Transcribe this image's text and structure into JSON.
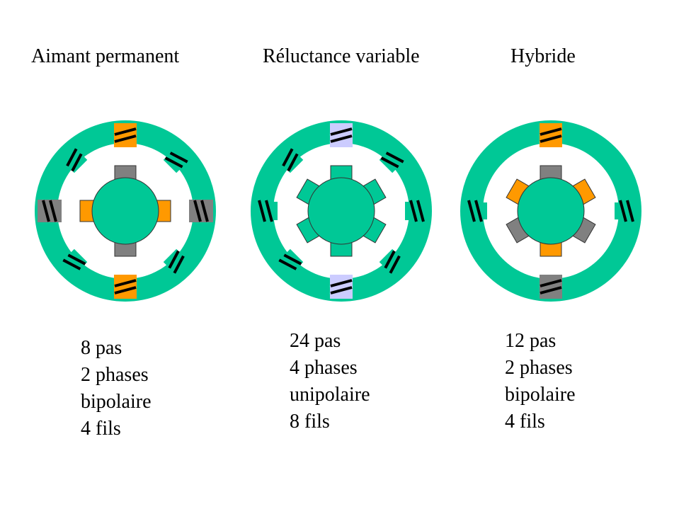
{
  "colors": {
    "stator": "#00c896",
    "rotor": "#00c896",
    "magnet": "#ff9900",
    "iron": "#808080",
    "violet": "#ccccff",
    "coil": "#000000"
  },
  "motors": [
    {
      "title": "Aimant permanent",
      "specs": [
        "8 pas",
        "2 phases",
        "bipolaire",
        "4 fils"
      ]
    },
    {
      "title": "Réluctance variable",
      "specs": [
        "24 pas",
        "4 phases",
        "unipolaire",
        "8 fils"
      ]
    },
    {
      "title": "Hybride",
      "specs": [
        "12 pas",
        "2 phases",
        "bipolaire",
        "4 fils"
      ]
    }
  ]
}
